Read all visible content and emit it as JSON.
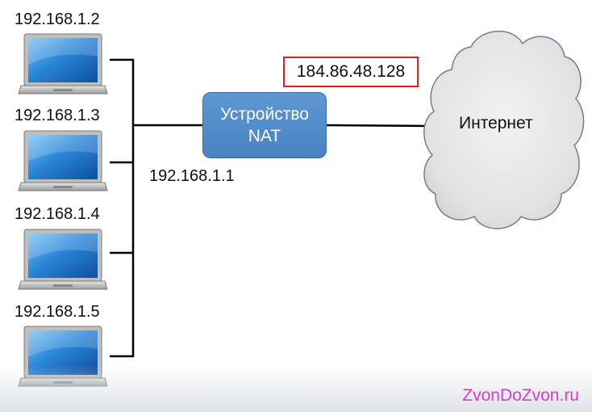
{
  "hosts": [
    {
      "ip": "192.168.1.2"
    },
    {
      "ip": "192.168.1.3"
    },
    {
      "ip": "192.168.1.4"
    },
    {
      "ip": "192.168.1.5"
    }
  ],
  "nat_device": {
    "line1": "Устройство",
    "line2": "NAT",
    "local_ip": "192.168.1.1"
  },
  "public_ip": "184.86.48.128",
  "internet_label": "Интернет",
  "watermark": "ZvonDoZvon.ru",
  "colors": {
    "nat_fill": "#5b95d4",
    "highlight_border": "#e02020",
    "watermark": "#d93bd3",
    "screen": "#2a86d8"
  }
}
